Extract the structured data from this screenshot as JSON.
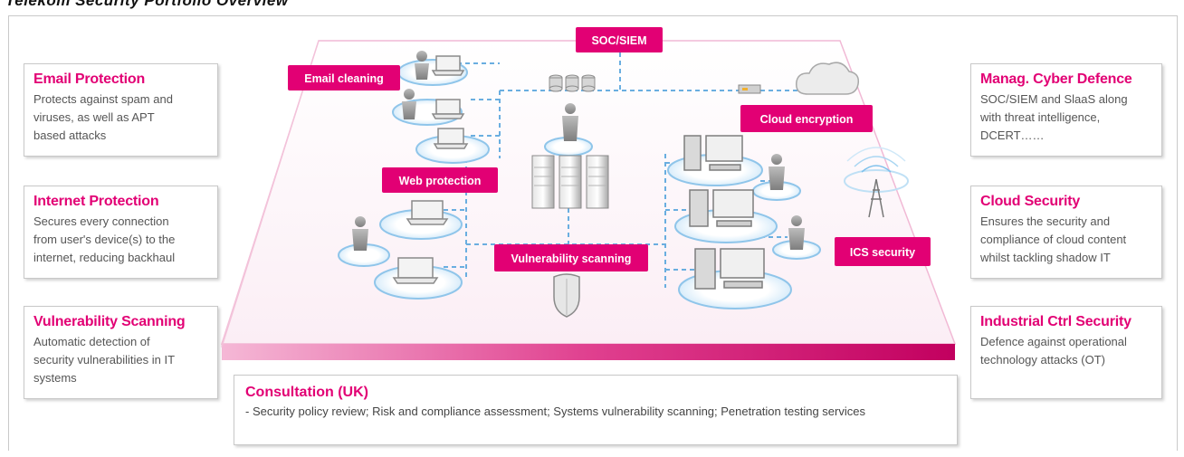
{
  "page_title": "Telekom Security Portfolio Overview",
  "left_cards": [
    {
      "title": "Email Protection",
      "lines": [
        "Protects against spam and",
        "viruses, as well as APT",
        "based attacks"
      ]
    },
    {
      "title": "Internet Protection",
      "lines": [
        "Secures every connection",
        "from user's device(s) to the",
        "internet, reducing backhaul"
      ]
    },
    {
      "title": "Vulnerability Scanning",
      "lines": [
        "Automatic detection of",
        "security  vulnerabilities in IT",
        "systems"
      ]
    }
  ],
  "right_cards": [
    {
      "title": "Manag. Cyber Defence",
      "lines": [
        "SOC/SIEM  and SlaaS along",
        "with threat intelligence,",
        "DCERT……"
      ]
    },
    {
      "title": "Cloud Security",
      "lines": [
        "Ensures the security and",
        "compliance of cloud content",
        "whilst tackling shadow IT"
      ]
    },
    {
      "title": "Industrial Ctrl Security",
      "lines": [
        "Defence against operational",
        "technology attacks (OT)"
      ]
    }
  ],
  "consultation": {
    "title": "Consultation (UK)",
    "text": "- Security policy review;  Risk and compliance assessment; Systems vulnerability scanning; Penetration testing services"
  },
  "diagram_labels": {
    "soc_siem": "SOC/SIEM",
    "email_cleaning": "Email cleaning",
    "cloud_encryption": "Cloud encryption",
    "web_protection": "Web protection",
    "vulnerability_scanning": "Vulnerability scanning",
    "ics_security": "ICS security"
  },
  "colors": {
    "brand": "#e20074",
    "platform_edge": "#d70072",
    "dashes": "#6aaee0"
  },
  "icons": [
    "user-icon",
    "laptop-icon",
    "desktop-pc-icon",
    "server-rack-icon",
    "database-icon",
    "cloud-icon",
    "router-icon",
    "antenna-icon",
    "shield-icon"
  ]
}
